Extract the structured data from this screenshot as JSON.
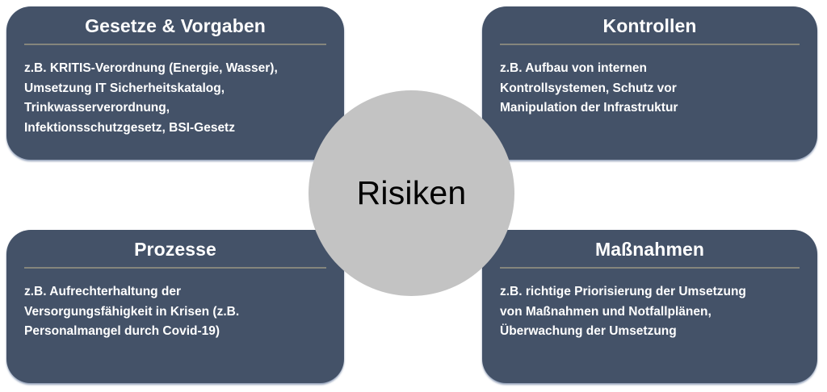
{
  "hub": {
    "label": "Risiken",
    "fill_color": "#c3c3c3",
    "text_color": "#000000"
  },
  "theme": {
    "card_fill": "#445268",
    "card_text": "#ffffff",
    "rule_color": "#85857c",
    "background": "#ffffff"
  },
  "cards": [
    {
      "id": "gesetze",
      "title": "Gesetze & Vorgaben",
      "body": "z.B. KRITIS-Verordnung (Energie, Wasser),\nUmsetzung IT Sicherheitskatalog,\nTrinkwasserverordnung,\nInfektionsschutzgesetz, BSI-Gesetz"
    },
    {
      "id": "kontrollen",
      "title": "Kontrollen",
      "body": "z.B. Aufbau von internen\nKontrollsystemen, Schutz vor\nManipulation der Infrastruktur"
    },
    {
      "id": "prozesse",
      "title": "Prozesse",
      "body": "z.B. Aufrechterhaltung  der\nVersorgungsfähigkeit in Krisen (z.B.\nPersonalmangel durch Covid-19)"
    },
    {
      "id": "massnahmen",
      "title": "Maßnahmen",
      "body": "z.B. richtige Priorisierung der Umsetzung\nvon Maßnahmen und Notfallplänen,\nÜberwachung der Umsetzung"
    }
  ]
}
